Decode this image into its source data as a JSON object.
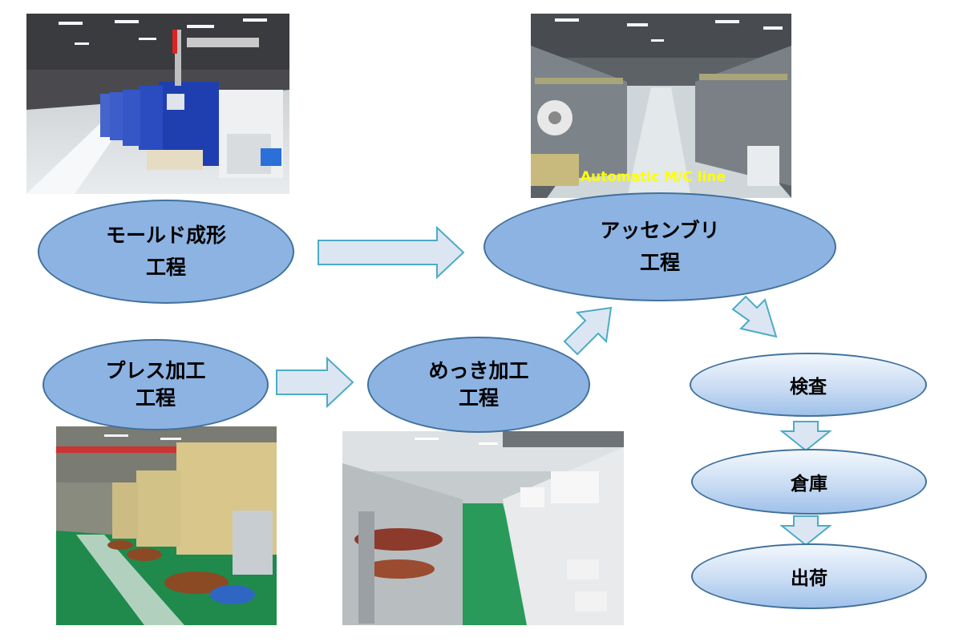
{
  "processes": {
    "molding": {
      "line1": "モールド成形",
      "line2": "工程"
    },
    "assembly": {
      "line1": "アッセンブリ",
      "line2": "工程"
    },
    "press": {
      "line1": "プレス加工",
      "line2": "工程"
    },
    "plating": {
      "line1": "めっき加工",
      "line2": "工程"
    },
    "inspection": {
      "label": "検査"
    },
    "warehouse": {
      "label": "倉庫"
    },
    "shipping": {
      "label": "出荷"
    }
  },
  "photos": {
    "assembly_caption": "Automatic M/C line"
  },
  "colors": {
    "ellipse_fill": "#8db3e2",
    "ellipse_border": "#41719c",
    "arrow_fill": "#dce6f2",
    "arrow_stroke": "#4bacc6",
    "caption": "#ffff00"
  }
}
